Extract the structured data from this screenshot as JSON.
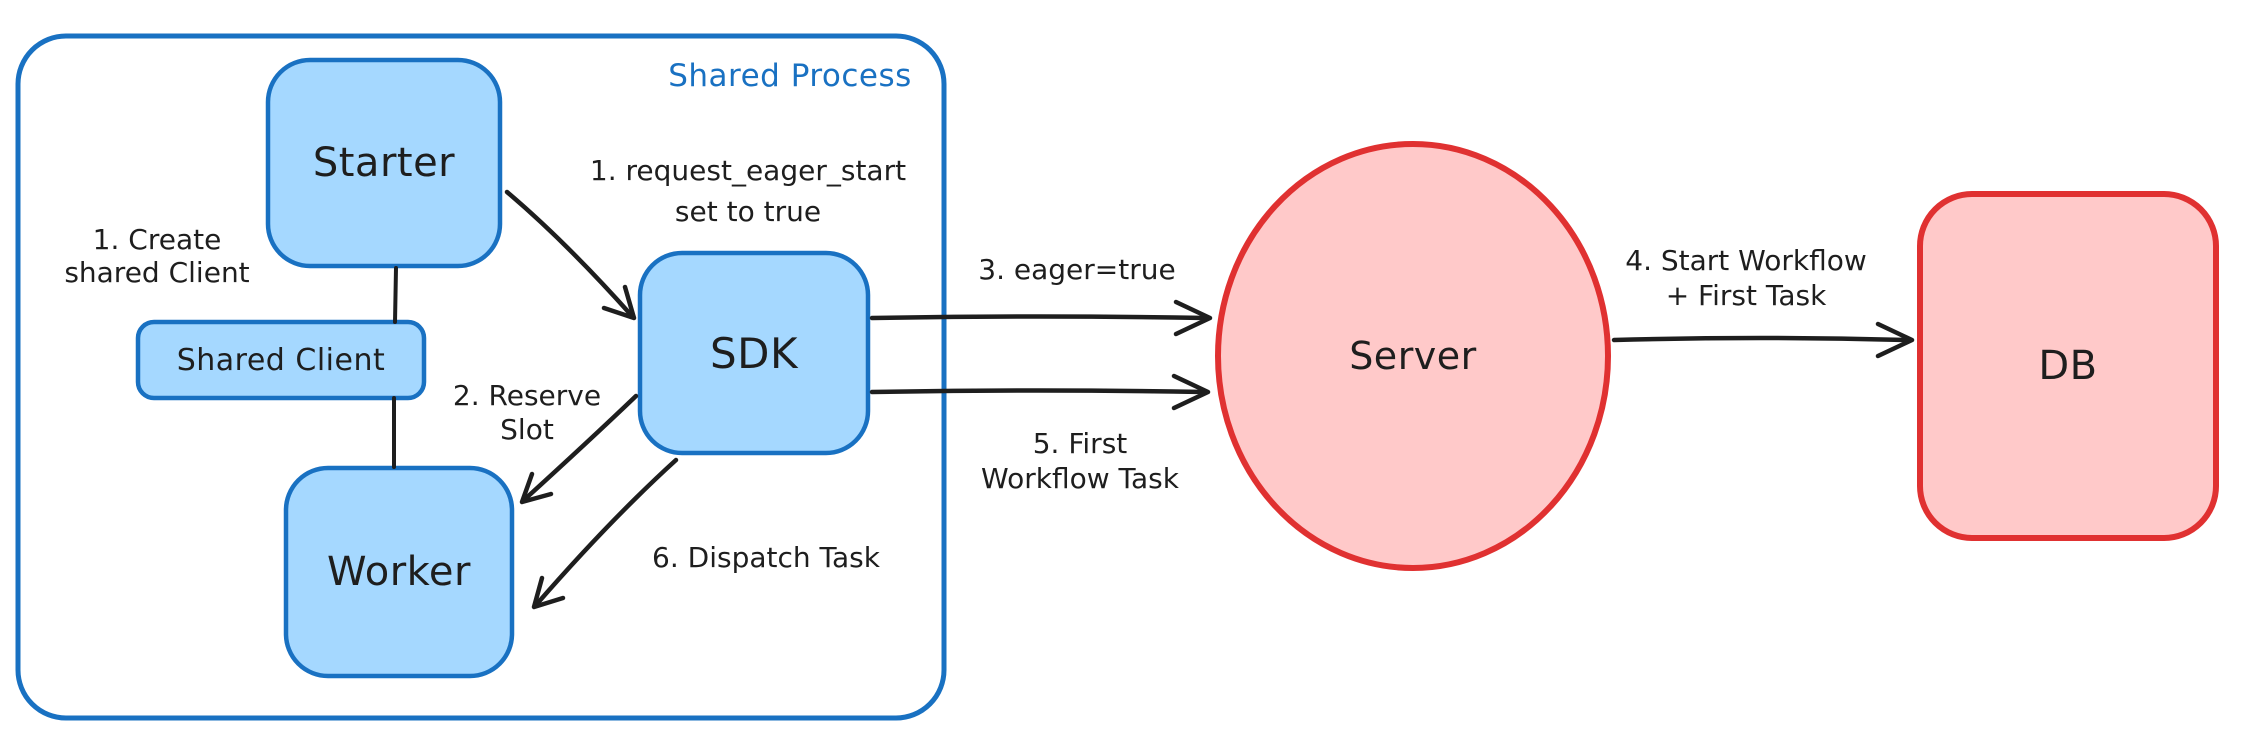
{
  "diagram_title": "Shared Process",
  "colors": {
    "bg": "#ffffff",
    "ink": "#1e1e1e",
    "blue_stroke": "#1971c2",
    "blue_fill": "#a5d8ff",
    "red_stroke": "#e03131",
    "red_fill": "#ffc9c9"
  },
  "container": {
    "label": "Shared Process"
  },
  "nodes": {
    "starter": {
      "label": "Starter"
    },
    "shared_client": {
      "label": "Shared Client"
    },
    "worker": {
      "label": "Worker"
    },
    "sdk": {
      "label": "SDK"
    },
    "server": {
      "label": "Server"
    },
    "db": {
      "label": "DB"
    }
  },
  "annotations": {
    "create_shared_client": {
      "line1": "1. Create",
      "line2": "shared Client"
    },
    "request_eager_start": {
      "line1": "1. request_eager_start",
      "line2": "set to true"
    },
    "reserve_slot": {
      "line1": "2. Reserve",
      "line2": "Slot"
    },
    "eager_true": {
      "text": "3. eager=true"
    },
    "start_workflow": {
      "line1": "4. Start Workflow",
      "line2": "+ First Task"
    },
    "first_workflow_task": {
      "line1": "5. First",
      "line2": "Workflow Task"
    },
    "dispatch_task": {
      "text": "6. Dispatch Task"
    }
  }
}
